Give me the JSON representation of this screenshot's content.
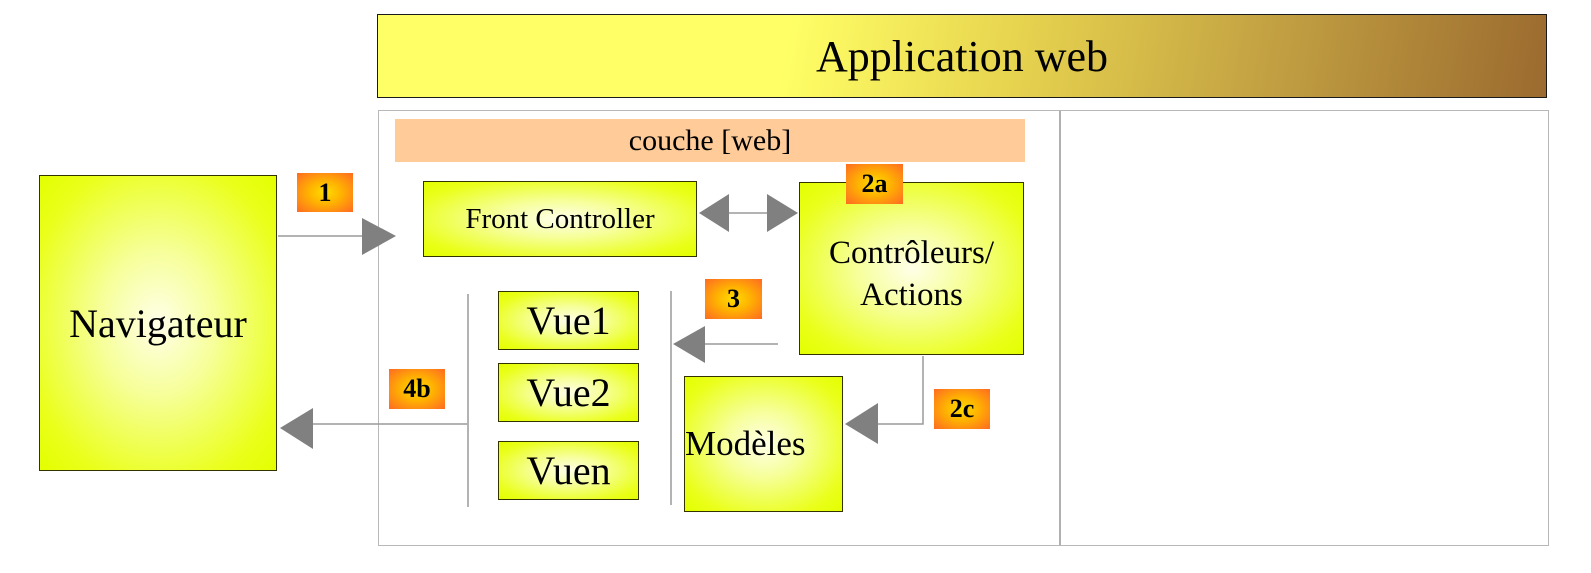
{
  "diagram": {
    "title": "Application web",
    "layer_label": "couche [web]",
    "nodes": {
      "browser": "Navigateur",
      "front_controller": "Front Controller",
      "controllers_line1": "Contrôleurs/",
      "controllers_line2": "Actions",
      "view1": "Vue1",
      "view2": "Vue2",
      "viewn": "Vuen",
      "models": "Modèles"
    },
    "steps": {
      "s1": "1",
      "s2a": "2a",
      "s3": "3",
      "s4b": "4b",
      "s2c": "2c"
    },
    "edges": [
      {
        "from": "Navigateur",
        "to": "Front Controller",
        "label": "1"
      },
      {
        "from": "Front Controller",
        "to": "Contrôleurs/Actions",
        "label": "2a",
        "bidirectional": true
      },
      {
        "from": "Contrôleurs/Actions",
        "to": "Modèles",
        "label": "2c"
      },
      {
        "from": "Contrôleurs/Actions",
        "to": "Vues",
        "label": "3"
      },
      {
        "from": "Vues",
        "to": "Navigateur",
        "label": "4b"
      }
    ],
    "colors": {
      "box_fill": "#e3ff00",
      "layer_fill": "#ffcc99",
      "badge_fill": "#ff6a22",
      "arrow": "#808080",
      "frame": "#b8b8b8"
    }
  }
}
